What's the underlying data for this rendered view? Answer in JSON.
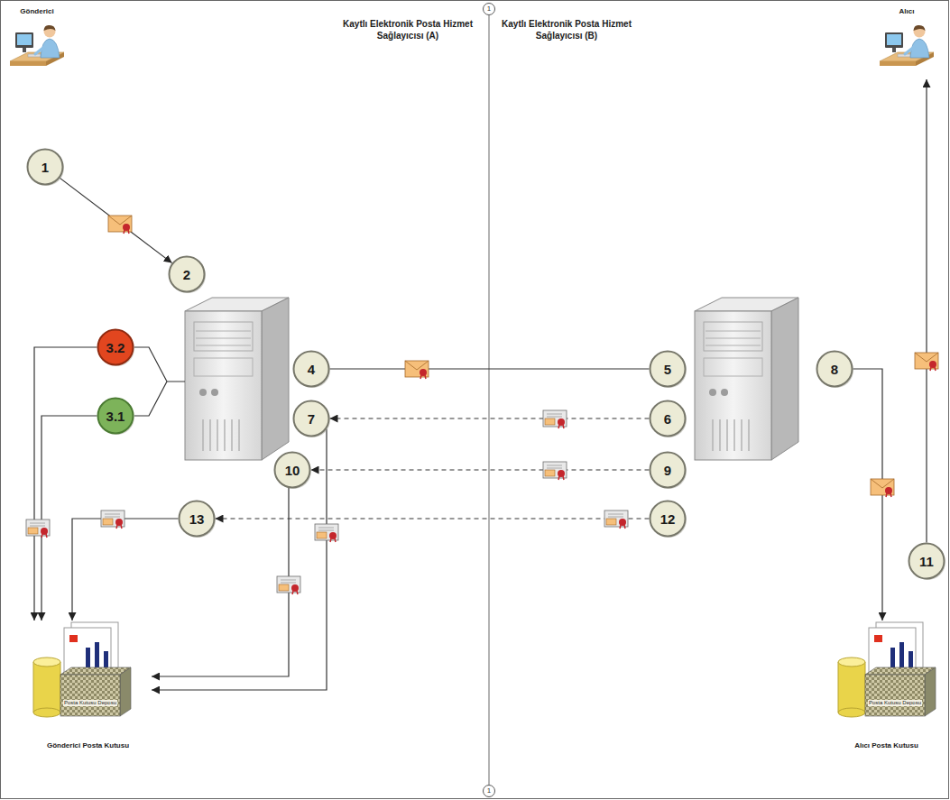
{
  "diagram": {
    "nodes": [
      {
        "text": [
          "1"
        ]
      },
      {
        "text": [
          "Gönderici"
        ]
      },
      {
        "text": [
          "Alıcı"
        ]
      },
      {
        "text": [
          "1"
        ]
      },
      {
        "text": [
          "2"
        ]
      },
      {
        "text": [
          "3.2"
        ]
      },
      {
        "text": [
          "4"
        ]
      },
      {
        "text": [
          "5"
        ]
      },
      {
        "text": [
          "8"
        ]
      },
      {
        "text": [
          "3.1"
        ]
      },
      {
        "text": [
          "7"
        ]
      },
      {
        "text": [
          "6"
        ]
      },
      {
        "text": [
          "10"
        ]
      },
      {
        "text": [
          "9"
        ]
      },
      {
        "text": [
          "13"
        ]
      },
      {
        "text": [
          "12"
        ]
      },
      {
        "text": [
          "11"
        ]
      },
      {
        "text": [
          "Posta Kutusu Deposu",
          "Gönderici Posta Kutusu"
        ]
      },
      {
        "text": [
          "Posta Kutusu Deposu",
          "Alıcı Posta Kutusu"
        ]
      },
      {
        "text": [
          "1"
        ]
      }
    ],
    "edges": [
      {
        "from": 0,
        "to": 19,
        "arrow": "none"
      },
      {
        "from": 3,
        "to": 4,
        "arrow": "to"
      },
      {
        "from": 5,
        "to": 17,
        "arrow": "to"
      },
      {
        "from": 9,
        "to": 17,
        "arrow": "to"
      },
      {
        "from": 6,
        "to": 7,
        "arrow": "none"
      },
      {
        "from": 11,
        "to": 10,
        "arrow": "to"
      },
      {
        "from": 10,
        "to": 17,
        "arrow": "to"
      },
      {
        "from": 13,
        "to": 12,
        "arrow": "to"
      },
      {
        "from": 12,
        "to": 17,
        "arrow": "to"
      },
      {
        "from": 15,
        "to": 14,
        "arrow": "to"
      },
      {
        "from": 14,
        "to": 17,
        "arrow": "to"
      },
      {
        "from": 8,
        "to": 18,
        "arrow": "to"
      },
      {
        "from": 16,
        "to": 2,
        "arrow": "to"
      }
    ],
    "labels": [
      "Kaytlı Elektronik Posta Hizmet Sağlayıcısı (A)",
      "Kaytlı Elektronik Posta Hizmet Sağlayıcısı (B)"
    ]
  }
}
